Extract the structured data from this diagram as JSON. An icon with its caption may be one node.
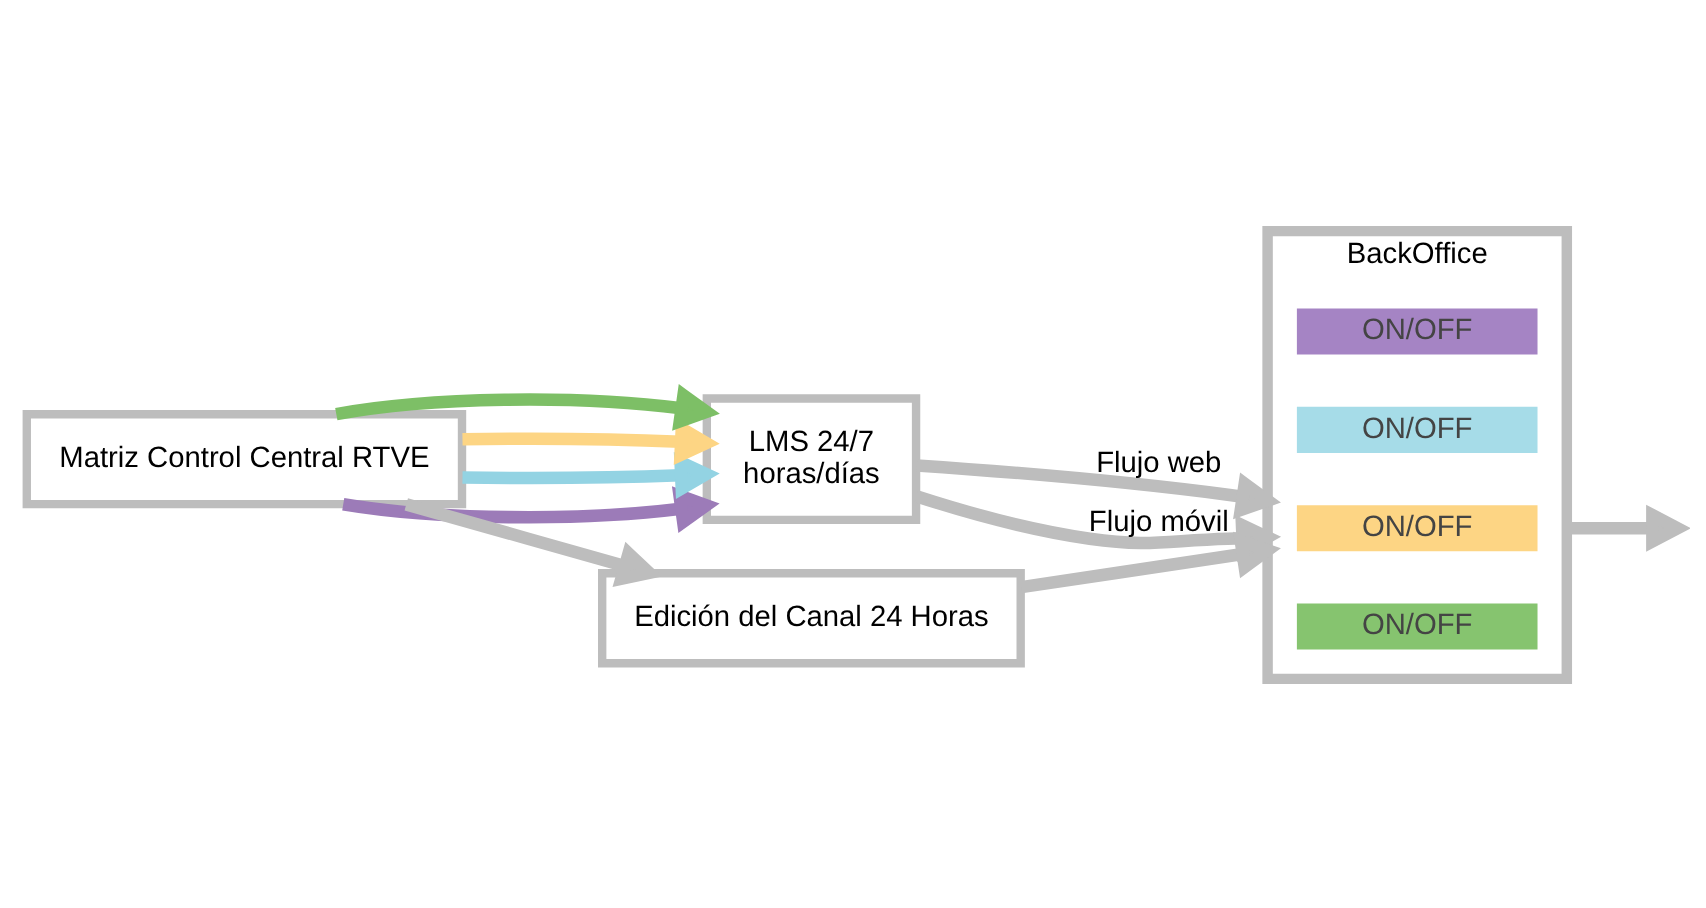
{
  "diagram": {
    "nodes": [
      {
        "text": [
          "Matriz Control Central RTVE"
        ]
      },
      {
        "text": [
          "LMS 24/7",
          "horas/días"
        ]
      },
      {
        "text": [
          "BackOffice"
        ]
      },
      {
        "text": [
          "ON/OFF"
        ],
        "in": 2
      },
      {
        "text": [
          "ON/OFF"
        ],
        "in": 2
      },
      {
        "text": [
          "ON/OFF"
        ],
        "in": 2
      },
      {
        "text": [
          "ON/OFF"
        ],
        "in": 2
      },
      {
        "text": [
          "Edición del Canal 24 Horas"
        ]
      }
    ],
    "edges": [
      {
        "from": 0,
        "to": 1,
        "arrow": "to",
        "color": "#9c7bb8"
      },
      {
        "from": 0,
        "to": 1,
        "arrow": "to",
        "color": "#93d3e3"
      },
      {
        "from": 0,
        "to": 1,
        "arrow": "to",
        "color": "#fdd584"
      },
      {
        "from": 0,
        "to": 1,
        "arrow": "to",
        "color": "#7dbf66"
      },
      {
        "from": 1,
        "to": 2,
        "arrow": "to",
        "label": "Flujo web"
      },
      {
        "from": 1,
        "to": 2,
        "arrow": "to",
        "label": "Flujo móvil"
      },
      {
        "from": 2,
        "to": null,
        "arrow": "to"
      },
      {
        "from": 0,
        "to": 7,
        "arrow": "to"
      },
      {
        "from": 7,
        "to": 2,
        "arrow": "to"
      }
    ]
  }
}
